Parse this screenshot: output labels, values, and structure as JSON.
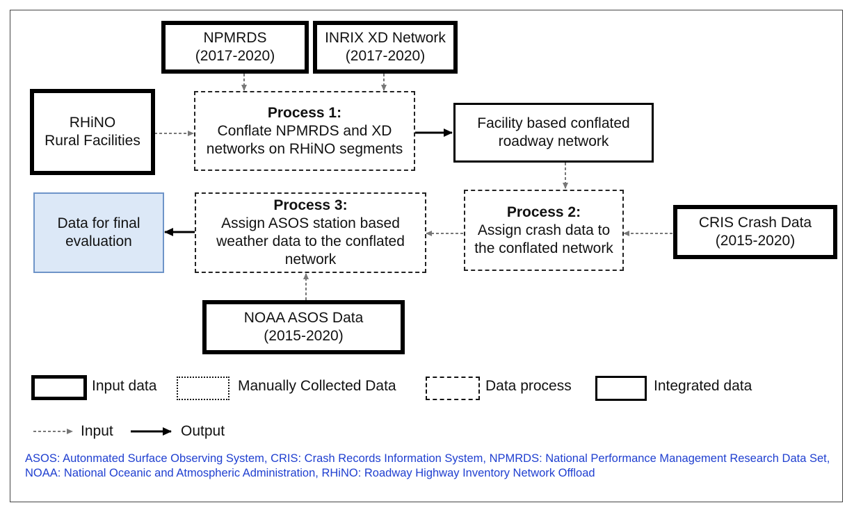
{
  "nodes": {
    "npmrds": {
      "line1": "NPMRDS",
      "line2": "(2017-2020)"
    },
    "inrix": {
      "line1": "INRIX XD Network",
      "line2": "(2017-2020)"
    },
    "rhino": {
      "line1": "RHiNO",
      "line2": "Rural Facilities"
    },
    "process1": {
      "title": "Process 1:",
      "line1": "Conflate NPMRDS and XD",
      "line2": "networks on RHiNO segments"
    },
    "conflated": {
      "line1": "Facility based conflated",
      "line2": "roadway network"
    },
    "process2": {
      "title": "Process 2:",
      "line1": "Assign crash data to",
      "line2": "the conflated network"
    },
    "cris": {
      "line1": "CRIS Crash Data",
      "line2": "(2015-2020)"
    },
    "process3": {
      "title": "Process 3:",
      "line1": "Assign ASOS station based",
      "line2": "weather data to the conflated",
      "line3": "network"
    },
    "final": {
      "line1": "Data for final",
      "line2": "evaluation"
    },
    "noaa": {
      "line1": "NOAA ASOS Data",
      "line2": "(2015-2020)"
    }
  },
  "legend": {
    "input_data": "Input data",
    "manual": "Manually Collected Data",
    "process": "Data process",
    "integrated": "Integrated data",
    "input_arrow": "Input",
    "output_arrow": "Output"
  },
  "footnote": "ASOS: Autonmated Surface Observing System, CRIS: Crash Records Information System, NPMRDS: National Performance Management Research Data Set, NOAA: National Oceanic and Atmospheric Administration, RHiNO: Roadway Highway Inventory Network Offload",
  "colors": {
    "footnote": "#1f3fd0",
    "final_fill": "#dce8f7",
    "final_border": "#6e94c8"
  }
}
